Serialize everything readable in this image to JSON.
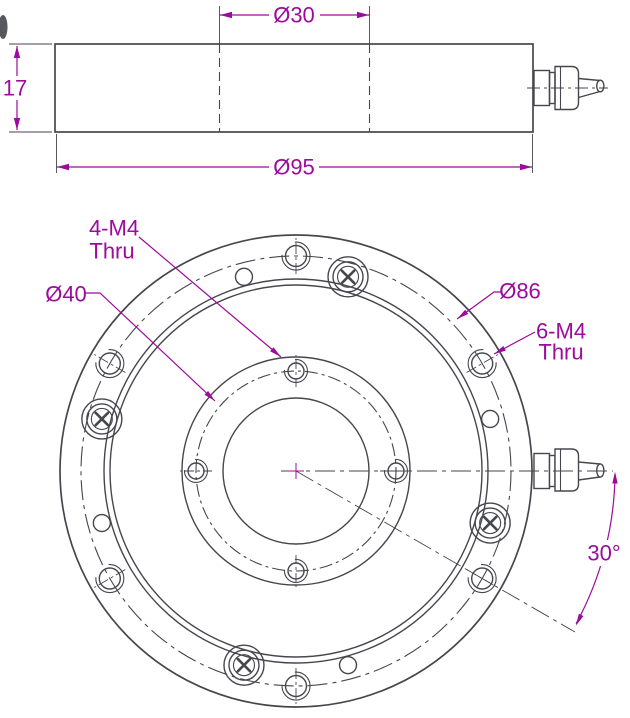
{
  "title": "Load cell engineering drawing, two views",
  "views": {
    "side": {
      "dims": {
        "thickness": "17",
        "top_diameter": "Ø30",
        "outer_diameter": "Ø95"
      }
    },
    "front": {
      "dims": {
        "inner_bolt_circle": "Ø40",
        "outer_bolt_circle": "Ø86",
        "angle": "30°"
      },
      "labels": {
        "inner_holes": [
          "4-M4",
          "Thru"
        ],
        "outer_holes": [
          "6-M4",
          "Thru"
        ]
      }
    }
  },
  "colors": {
    "dimension_magenta": "#9c0b9c",
    "drawing_line": "#46464e",
    "background": "#ffffff"
  }
}
